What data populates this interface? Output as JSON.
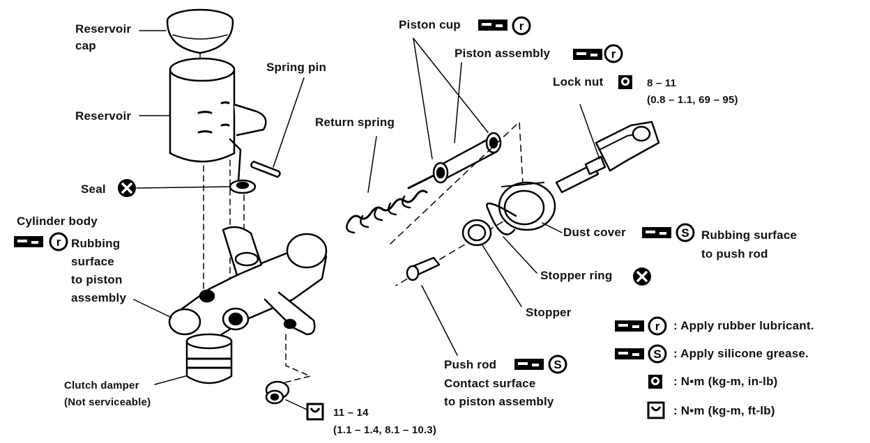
{
  "labels": {
    "reservoir_cap": [
      "Reservoir",
      "cap"
    ],
    "reservoir": "Reservoir",
    "spring_pin": "Spring pin",
    "seal": "Seal",
    "cylinder_body": "Cylinder body",
    "cylinder_body_note": [
      "Rubbing",
      "surface",
      "to piston",
      "assembly"
    ],
    "clutch_damper": "Clutch damper",
    "clutch_damper_note": "(Not serviceable)",
    "torque_bottom": "11 – 14",
    "torque_bottom_detail": "(1.1 – 1.4, 8.1 – 10.3)",
    "piston_cup": "Piston cup",
    "piston_assembly": "Piston assembly",
    "return_spring": "Return spring",
    "lock_nut": "Lock nut",
    "lock_nut_torque": "8 – 11",
    "lock_nut_torque_detail": "(0.8 – 1.1, 69 – 95)",
    "dust_cover": "Dust cover",
    "dust_cover_note": [
      "Rubbing surface",
      "to push rod"
    ],
    "stopper_ring": "Stopper ring",
    "stopper": "Stopper",
    "push_rod": "Push rod",
    "push_rod_note": [
      "Contact surface",
      "to piston assembly"
    ]
  },
  "legend": [
    {
      "symbol": "r",
      "icon": "lubricant-icon",
      "text": ": Apply rubber lubricant."
    },
    {
      "symbol": "S",
      "icon": "lubricant-icon",
      "text": ": Apply silicone grease."
    },
    {
      "icon": "torque-wrench-inlb-icon",
      "text": ":  N•m  (kg-m,  in-lb)"
    },
    {
      "icon": "torque-wrench-ftlb-icon",
      "text": ":  N•m  (kg-m,  ft-lb)"
    }
  ],
  "symbols": {
    "rubber": "r",
    "silicone": "S"
  }
}
